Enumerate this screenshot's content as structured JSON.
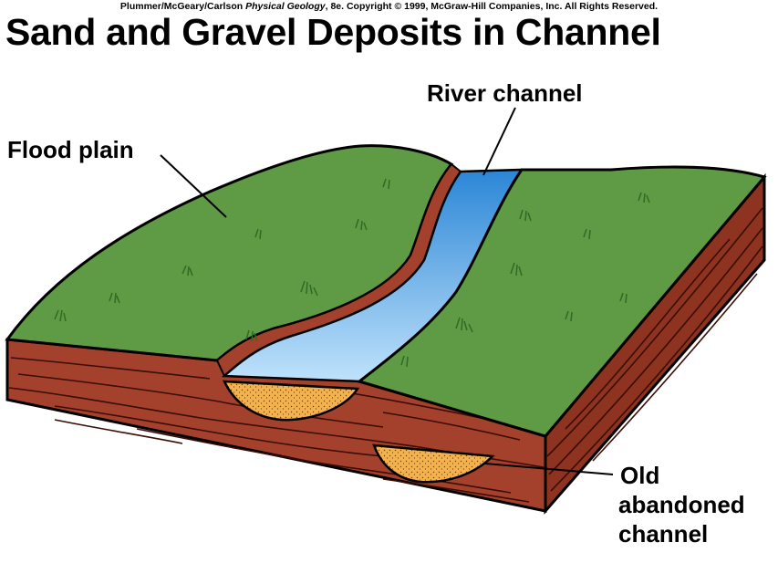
{
  "credit": {
    "authors": "Plummer/McGeary/Carlson",
    "book": "Physical Geology",
    "edition_copyright": ", 8e.  Copyright © 1999, McGraw-Hill Companies, Inc. All Rights Reserved."
  },
  "title": "Sand and Gravel Deposits in Channel",
  "labels": {
    "flood_plain": "Flood plain",
    "river_channel": "River channel",
    "old_channel_line1": "Old",
    "old_channel_line2": "abandoned",
    "old_channel_line3": "channel"
  },
  "colors": {
    "grass": "#5f9a44",
    "sediment": "#a4412c",
    "sediment_dark": "#7c2a1b",
    "water": "#3d9be3",
    "sand": "#f2b24f"
  }
}
